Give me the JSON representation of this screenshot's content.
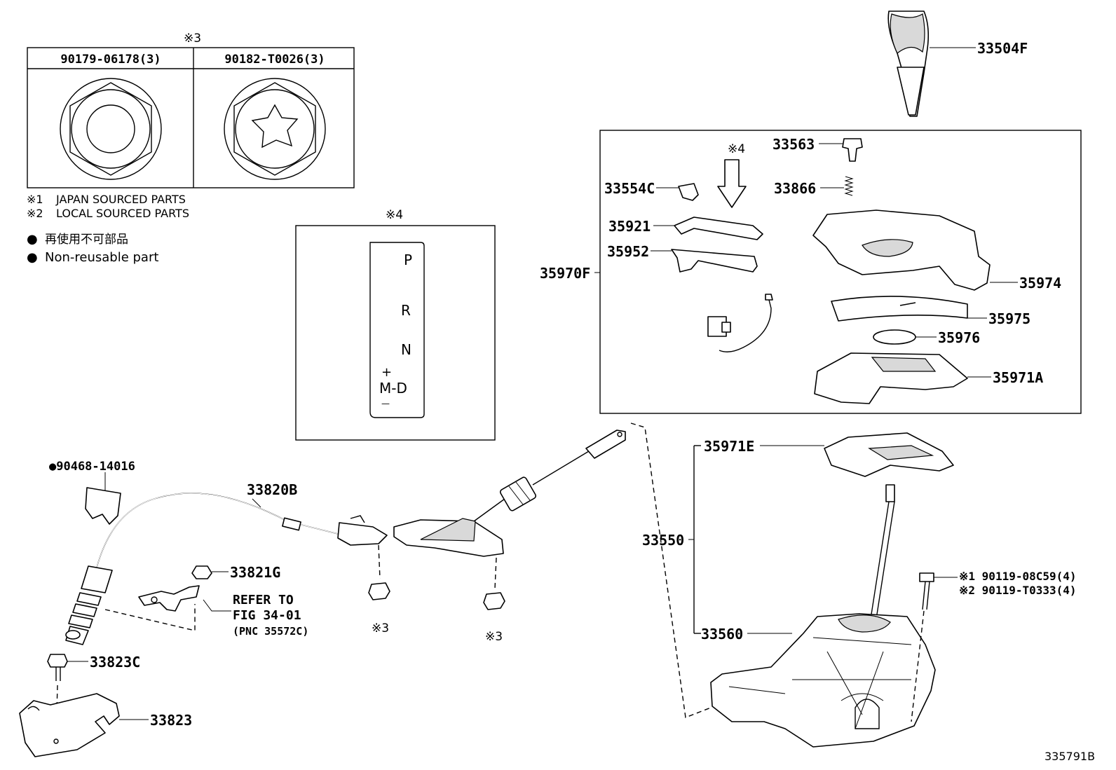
{
  "nut_table": {
    "mark": "※3",
    "cols": [
      "90179-06178(3)",
      "90182-T0026(3)"
    ]
  },
  "notes": [
    {
      "mark": "※1",
      "text": "JAPAN SOURCED PARTS"
    },
    {
      "mark": "※2",
      "text": "LOCAL SOURCED PARTS"
    }
  ],
  "legend": [
    {
      "symbol": "●",
      "text": "再使用不可部品"
    },
    {
      "symbol": "●",
      "text": "Non-reusable part"
    }
  ],
  "gate_box": {
    "mark": "※4",
    "positions": [
      "P",
      "R",
      "N"
    ],
    "plus": "+",
    "md": "M-D",
    "minus": "—"
  },
  "arrow_mark": "※4",
  "labels": {
    "p33504F": "33504F",
    "p33563": "33563",
    "p33554C": "33554C",
    "p33866": "33866",
    "p35921": "35921",
    "p35952": "35952",
    "p35970F": "35970F",
    "p35974": "35974",
    "p35975": "35975",
    "p35976": "35976",
    "p35971A": "35971A",
    "p35971E": "35971E",
    "p33550": "33550",
    "p33560": "33560",
    "p90468": "●90468-14016",
    "p33820B": "33820B",
    "p33821G": "33821G",
    "refer1": "REFER TO",
    "refer2": "FIG 34-01",
    "refer3": "(PNC 35572C)",
    "p33823C": "33823C",
    "p33823": "33823",
    "nut_mark_a": "※3",
    "nut_mark_b": "※3",
    "bolt1": "※1 90119-08C59(4)",
    "bolt2": "※2 90119-T0333(4)",
    "fig_id": "335791B"
  }
}
